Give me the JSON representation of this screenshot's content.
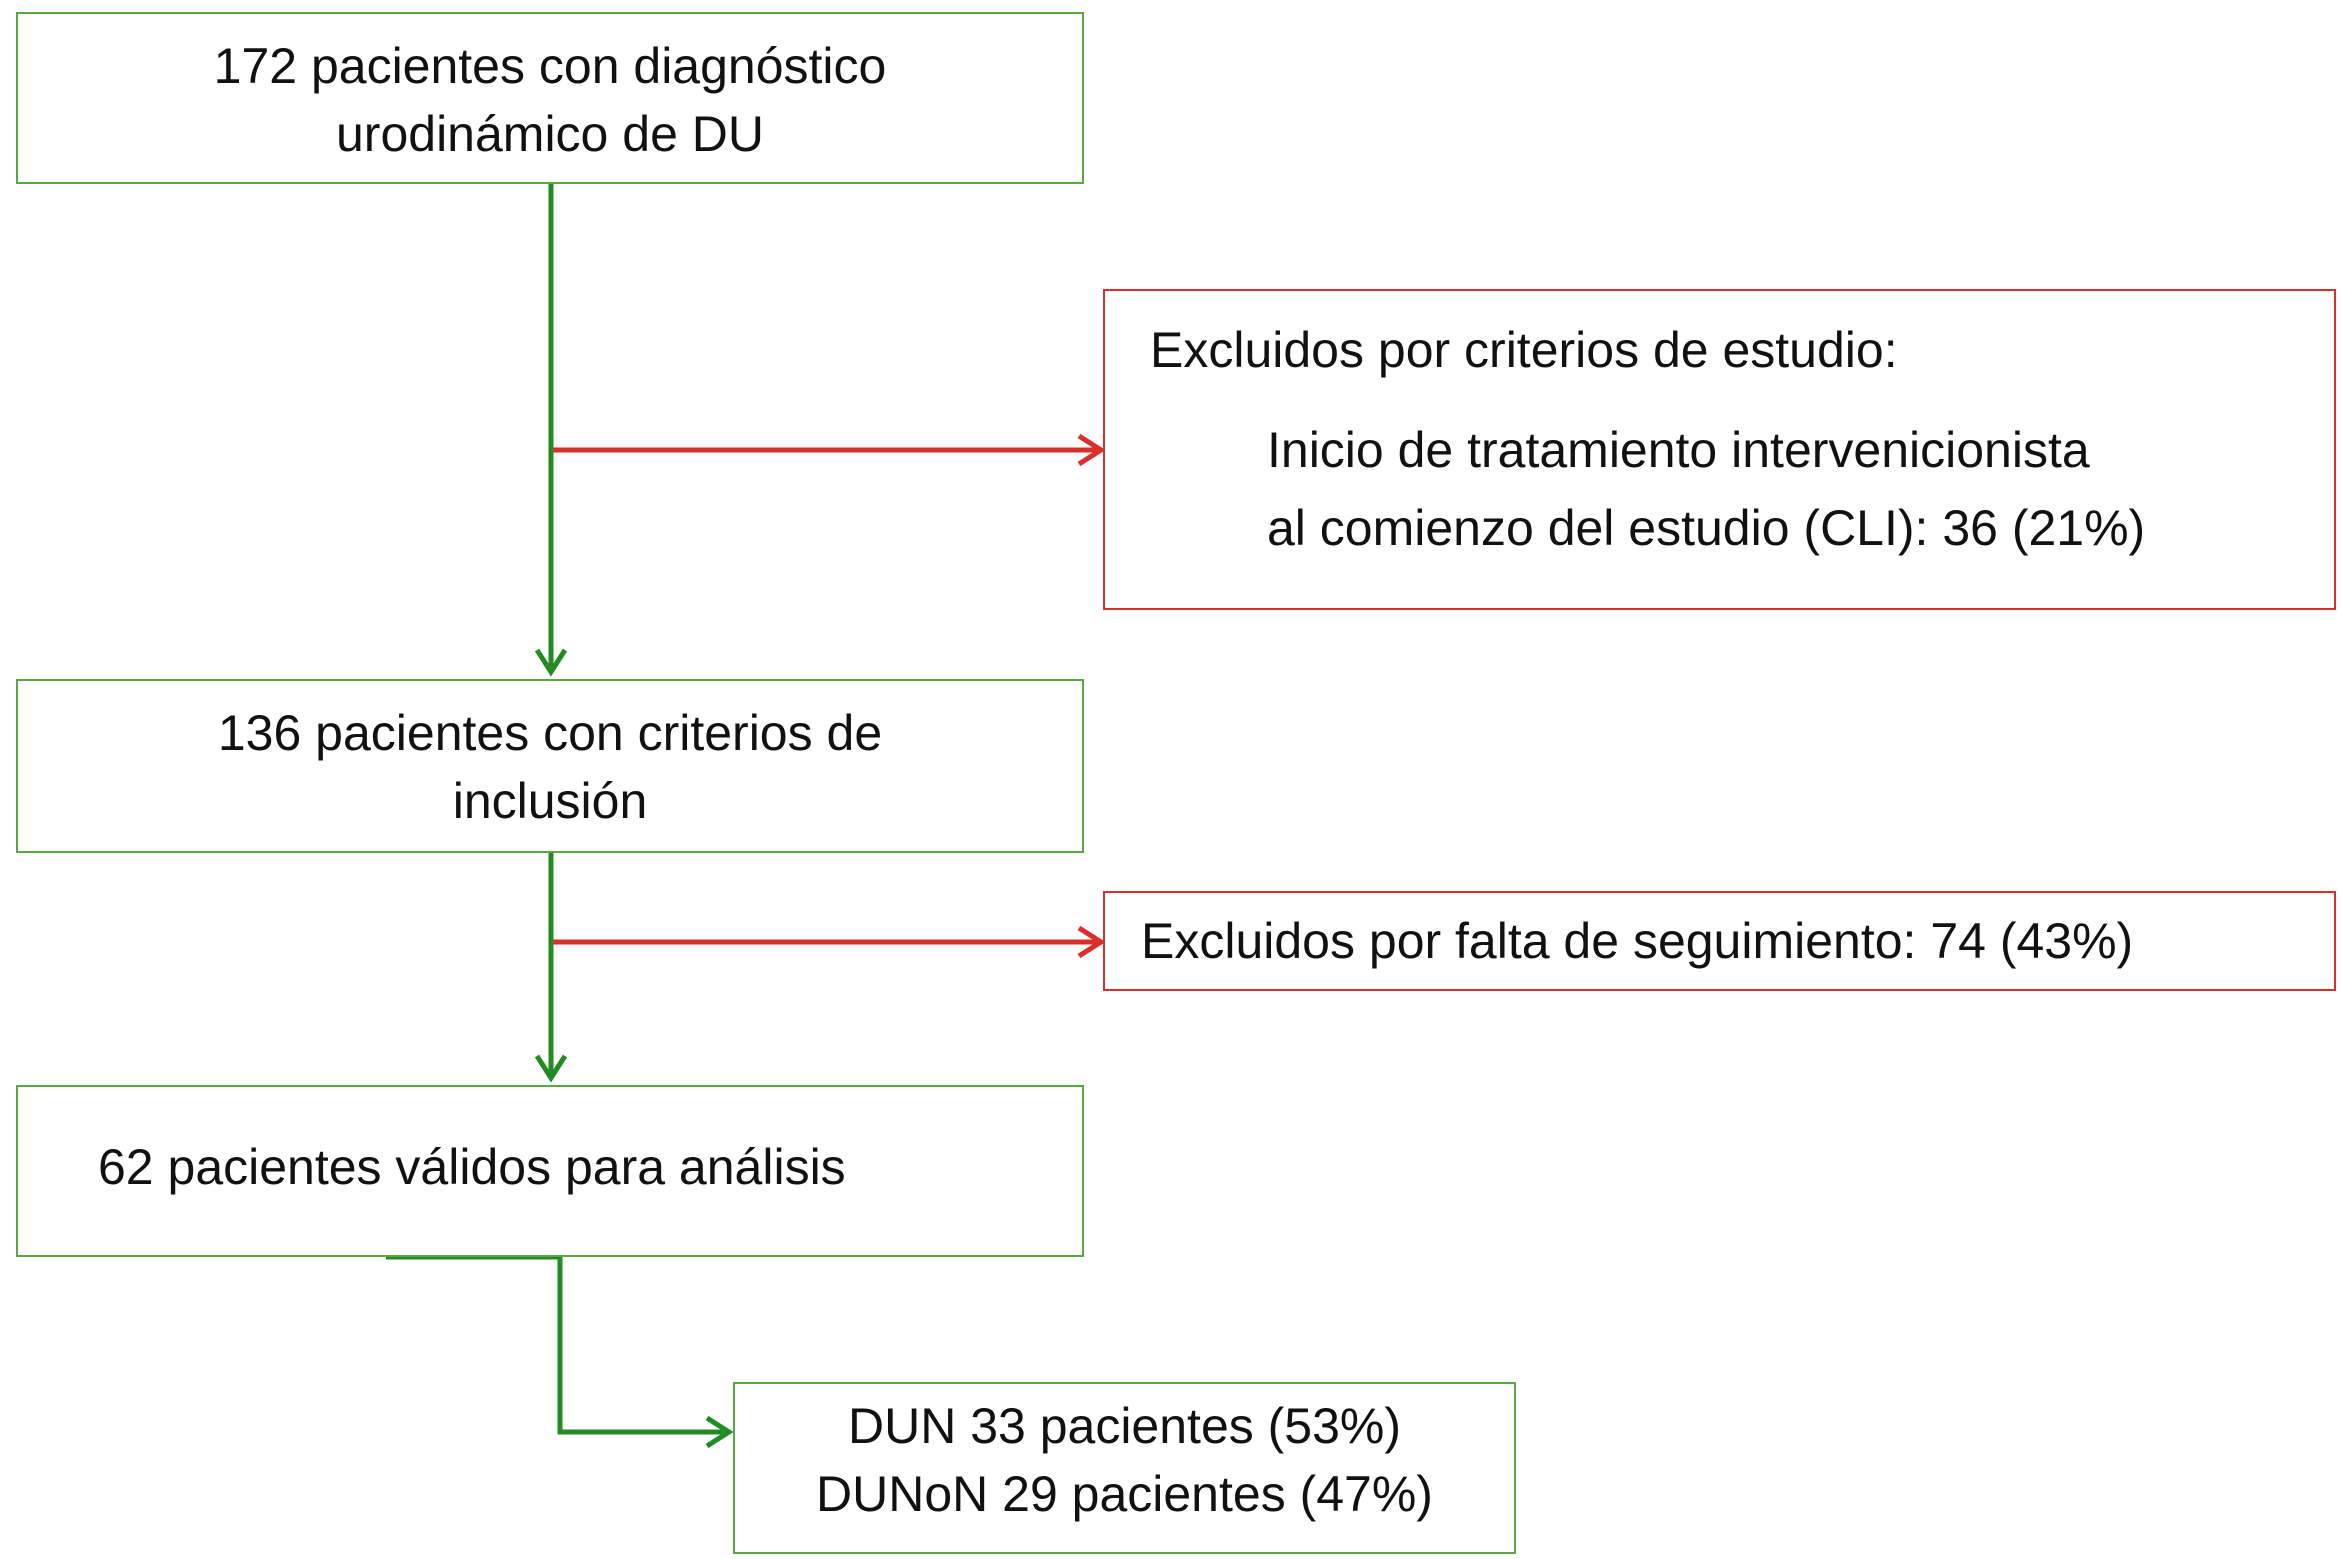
{
  "colors": {
    "flow_green": "#228b22",
    "box_green": "#5aa844",
    "exclusion_red": "#d9302c"
  },
  "boxes": {
    "total": {
      "line1": "172 pacientes con diagnóstico",
      "line2": "urodinámico de DU"
    },
    "exclusion_criteria": {
      "title": "Excluidos por criterios de estudio:",
      "line1": "Inicio de tratamiento intervenicionista",
      "line2": "al comienzo del estudio (CLI): 36 (21%)"
    },
    "inclusion": {
      "line1": "136 pacientes con criterios de",
      "line2": "inclusión"
    },
    "exclusion_followup": {
      "text": "Excluidos por falta de seguimiento: 74 (43%)"
    },
    "valid": {
      "text": "62 pacientes válidos para análisis"
    },
    "groups": {
      "line1": "DUN 33 pacientes (53%)",
      "line2": "DUNoN 29 pacientes (47%)"
    }
  }
}
